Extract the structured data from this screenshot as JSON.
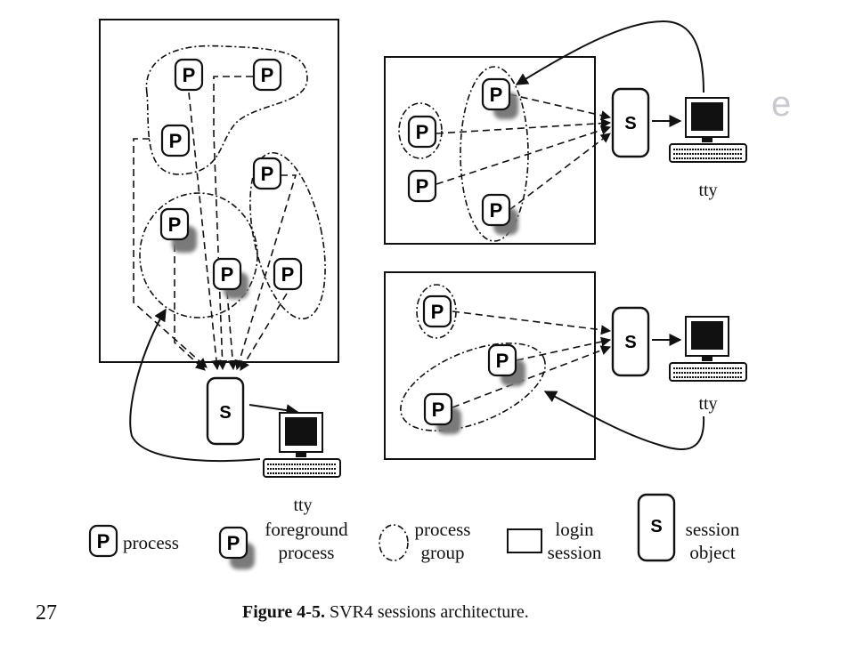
{
  "slide": {
    "page_number": "27",
    "background_title_fragment": "e"
  },
  "figure": {
    "caption_bold": "Figure 4-5.",
    "caption_rest": " SVR4 sessions architecture.",
    "process_label": "P",
    "session_label": "S",
    "tty_labels": [
      "tty",
      "tty",
      "tty"
    ]
  },
  "legend": {
    "process": "process",
    "foreground_line1": "foreground",
    "foreground_line2": "process",
    "group_line1": "process",
    "group_line2": "group",
    "login_line1": "login",
    "login_line2": "session",
    "session_line1": "session",
    "session_line2": "object"
  },
  "colors": {
    "ink": "#111111",
    "shadow": "#7a7a7a",
    "background": "#ffffff"
  }
}
